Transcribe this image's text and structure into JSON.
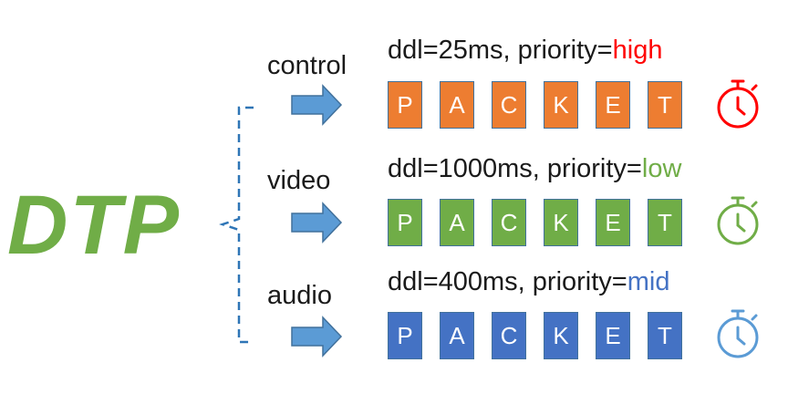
{
  "logo": "DTP",
  "streams": [
    {
      "label": "control",
      "meta_prefix": "ddl=25ms, priority=",
      "priority": "high",
      "priority_color": "#ff0000",
      "tile_color": "#ed7d31",
      "timer_color": "#ff0000",
      "timer_icon": "stopwatch-icon",
      "packet": [
        "P",
        "A",
        "C",
        "K",
        "E",
        "T"
      ]
    },
    {
      "label": "video",
      "meta_prefix": "ddl=1000ms, priority=",
      "priority": "low",
      "priority_color": "#70ad47",
      "tile_color": "#70ad47",
      "timer_color": "#70ad47",
      "timer_icon": "stopwatch-icon",
      "packet": [
        "P",
        "A",
        "C",
        "K",
        "E",
        "T"
      ]
    },
    {
      "label": "audio",
      "meta_prefix": "ddl=400ms, priority=",
      "priority": "mid",
      "priority_color": "#4472c4",
      "tile_color": "#4472c4",
      "timer_color": "#5b9bd5",
      "timer_icon": "stopwatch-icon",
      "packet": [
        "P",
        "A",
        "C",
        "K",
        "E",
        "T"
      ]
    }
  ],
  "colors": {
    "logo": "#70ad47",
    "arrow": "#5b9bd5",
    "bracket": "#2e75b6"
  }
}
